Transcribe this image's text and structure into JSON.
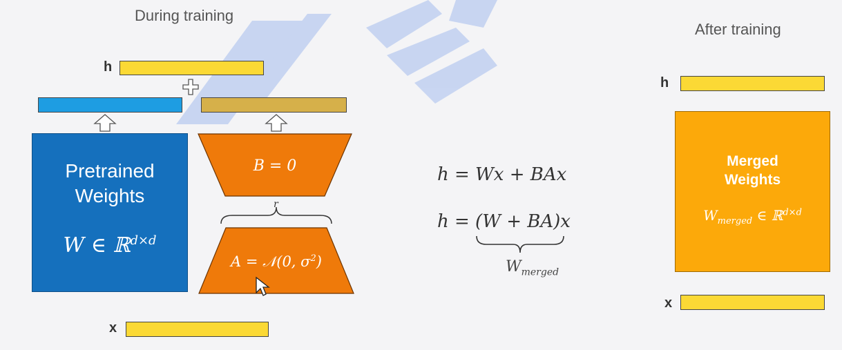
{
  "during": {
    "title": "During training",
    "h_label": "h",
    "x_label": "x",
    "plus": "+",
    "pretrained": {
      "line1": "Pretrained",
      "line2": "Weights",
      "math": "W ∈ ℝ",
      "math_sup": "d×d"
    },
    "b_label": "B = 0",
    "a_label": "A = 𝒩(0, σ",
    "a_sup": "2",
    "a_close": ")",
    "rank": "r"
  },
  "equations": {
    "eq1": "h = Wx + BAx",
    "eq2": "h = (W + BA)x",
    "w": "W",
    "w_sub": "merged"
  },
  "after": {
    "title": "After training",
    "h_label": "h",
    "x_label": "x",
    "merged": {
      "line1": "Merged",
      "line2": "Weights",
      "w": "W",
      "w_sub": "merged",
      "rest": " ∈ ℝ",
      "sup": "d×d"
    }
  },
  "colors": {
    "yellow": "#fbd935",
    "blue_bar": "#1e9de2",
    "blue_box": "#1570bd",
    "orange": "#ef7a0a",
    "merged_orange": "#fca90a",
    "watermark": "#9db8ee"
  }
}
